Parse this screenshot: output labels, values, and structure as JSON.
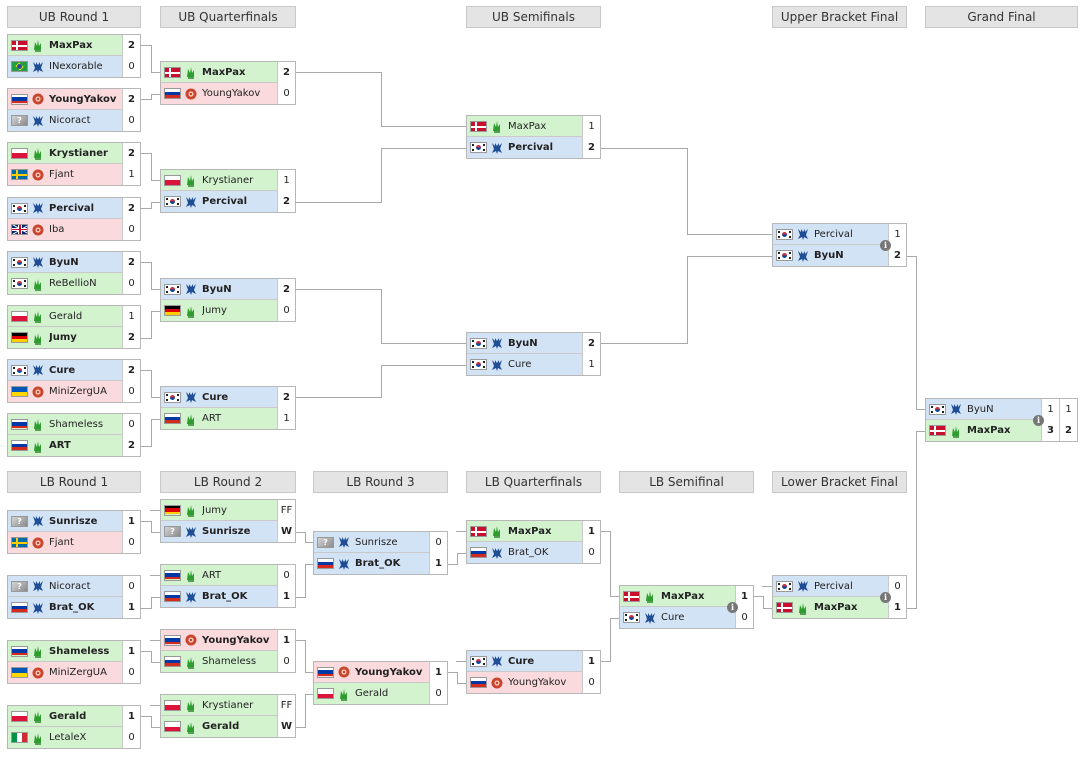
{
  "headers": [
    {
      "id": "ub-round-1",
      "label": "UB Round 1"
    },
    {
      "id": "ub-quarterfinals",
      "label": "UB Quarterfinals"
    },
    {
      "id": "ub-semifinals",
      "label": "UB Semifinals"
    },
    {
      "id": "upper-bracket-final",
      "label": "Upper Bracket Final"
    },
    {
      "id": "grand-final",
      "label": "Grand Final"
    },
    {
      "id": "lb-round-1",
      "label": "LB Round 1"
    },
    {
      "id": "lb-round-2",
      "label": "LB Round 2"
    },
    {
      "id": "lb-round-3",
      "label": "LB Round 3"
    },
    {
      "id": "lb-quarterfinals",
      "label": "LB Quarterfinals"
    },
    {
      "id": "lb-semifinal",
      "label": "LB Semifinal"
    },
    {
      "id": "lower-bracket-final",
      "label": "Lower Bracket Final"
    }
  ],
  "colors": {
    "zerg_row": "#fadadd",
    "terran_row": "#d3e3f6",
    "protoss_row": "#d3f3cf",
    "unknown_row": "#e6e6e6",
    "line": "#a9a9a9"
  },
  "matches": [
    {
      "id": "ub-r1-m1",
      "players": [
        {
          "name": "MaxPax",
          "flag": "dk",
          "race": "p",
          "score": "2",
          "win": true
        },
        {
          "name": "INexorable",
          "flag": "br",
          "race": "t",
          "score": "0",
          "win": false
        }
      ]
    },
    {
      "id": "ub-r1-m2",
      "players": [
        {
          "name": "YoungYakov",
          "flag": "ru",
          "race": "z",
          "score": "2",
          "win": true
        },
        {
          "name": "Nicoract",
          "flag": "unk",
          "race": "t",
          "score": "0",
          "win": false
        }
      ]
    },
    {
      "id": "ub-r1-m3",
      "players": [
        {
          "name": "Krystianer",
          "flag": "pl",
          "race": "p",
          "score": "2",
          "win": true
        },
        {
          "name": "Fjant",
          "flag": "se",
          "race": "z",
          "score": "1",
          "win": false
        }
      ]
    },
    {
      "id": "ub-r1-m4",
      "players": [
        {
          "name": "Percival",
          "flag": "kr",
          "race": "t",
          "score": "2",
          "win": true
        },
        {
          "name": "Iba",
          "flag": "gb",
          "race": "z",
          "score": "0",
          "win": false
        }
      ]
    },
    {
      "id": "ub-r1-m5",
      "players": [
        {
          "name": "ByuN",
          "flag": "kr",
          "race": "t",
          "score": "2",
          "win": true
        },
        {
          "name": "ReBellioN",
          "flag": "kr",
          "race": "p",
          "score": "0",
          "win": false
        }
      ]
    },
    {
      "id": "ub-r1-m6",
      "players": [
        {
          "name": "Gerald",
          "flag": "pl",
          "race": "p",
          "score": "1",
          "win": false
        },
        {
          "name": "Jumy",
          "flag": "de",
          "race": "p",
          "score": "2",
          "win": true
        }
      ]
    },
    {
      "id": "ub-r1-m7",
      "players": [
        {
          "name": "Cure",
          "flag": "kr",
          "race": "t",
          "score": "2",
          "win": true
        },
        {
          "name": "MiniZergUA",
          "flag": "ua",
          "race": "z",
          "score": "0",
          "win": false
        }
      ]
    },
    {
      "id": "ub-r1-m8",
      "players": [
        {
          "name": "Shameless",
          "flag": "ru",
          "race": "p",
          "score": "0",
          "win": false
        },
        {
          "name": "ART",
          "flag": "ru",
          "race": "p",
          "score": "2",
          "win": true
        }
      ]
    },
    {
      "id": "ub-qf-m1",
      "players": [
        {
          "name": "MaxPax",
          "flag": "dk",
          "race": "p",
          "score": "2",
          "win": true
        },
        {
          "name": "YoungYakov",
          "flag": "ru",
          "race": "z",
          "score": "0",
          "win": false
        }
      ]
    },
    {
      "id": "ub-qf-m2",
      "players": [
        {
          "name": "Krystianer",
          "flag": "pl",
          "race": "p",
          "score": "1",
          "win": false
        },
        {
          "name": "Percival",
          "flag": "kr",
          "race": "t",
          "score": "2",
          "win": true
        }
      ]
    },
    {
      "id": "ub-qf-m3",
      "players": [
        {
          "name": "ByuN",
          "flag": "kr",
          "race": "t",
          "score": "2",
          "win": true
        },
        {
          "name": "Jumy",
          "flag": "de",
          "race": "p",
          "score": "0",
          "win": false
        }
      ]
    },
    {
      "id": "ub-qf-m4",
      "players": [
        {
          "name": "Cure",
          "flag": "kr",
          "race": "t",
          "score": "2",
          "win": true
        },
        {
          "name": "ART",
          "flag": "ru",
          "race": "p",
          "score": "1",
          "win": false
        }
      ]
    },
    {
      "id": "ub-sf-m1",
      "players": [
        {
          "name": "MaxPax",
          "flag": "dk",
          "race": "p",
          "score": "1",
          "win": false
        },
        {
          "name": "Percival",
          "flag": "kr",
          "race": "t",
          "score": "2",
          "win": true
        }
      ]
    },
    {
      "id": "ub-sf-m2",
      "players": [
        {
          "name": "ByuN",
          "flag": "kr",
          "race": "t",
          "score": "2",
          "win": true
        },
        {
          "name": "Cure",
          "flag": "kr",
          "race": "t",
          "score": "1",
          "win": false
        }
      ]
    },
    {
      "id": "ub-final",
      "players": [
        {
          "name": "Percival",
          "flag": "kr",
          "race": "t",
          "score": "1",
          "win": false
        },
        {
          "name": "ByuN",
          "flag": "kr",
          "race": "t",
          "score": "2",
          "win": true
        }
      ]
    },
    {
      "id": "grand-final",
      "players": [
        {
          "name": "ByuN",
          "flag": "kr",
          "race": "t",
          "score": "1",
          "score2": "1",
          "win": false
        },
        {
          "name": "MaxPax",
          "flag": "dk",
          "race": "p",
          "score": "3",
          "score2": "2",
          "win": true
        }
      ]
    },
    {
      "id": "lb-r1-m1",
      "players": [
        {
          "name": "Sunrisze",
          "flag": "unk",
          "race": "t",
          "score": "1",
          "win": true
        },
        {
          "name": "Fjant",
          "flag": "se",
          "race": "z",
          "score": "0",
          "win": false
        }
      ]
    },
    {
      "id": "lb-r1-m2",
      "players": [
        {
          "name": "Nicoract",
          "flag": "unk",
          "race": "t",
          "score": "0",
          "win": false
        },
        {
          "name": "Brat_OK",
          "flag": "ru",
          "race": "t",
          "score": "1",
          "win": true
        }
      ]
    },
    {
      "id": "lb-r1-m3",
      "players": [
        {
          "name": "Shameless",
          "flag": "ru",
          "race": "p",
          "score": "1",
          "win": true
        },
        {
          "name": "MiniZergUA",
          "flag": "ua",
          "race": "z",
          "score": "0",
          "win": false
        }
      ]
    },
    {
      "id": "lb-r1-m4",
      "players": [
        {
          "name": "Gerald",
          "flag": "pl",
          "race": "p",
          "score": "1",
          "win": true
        },
        {
          "name": "LetaleX",
          "flag": "it",
          "race": "p",
          "score": "0",
          "win": false
        }
      ]
    },
    {
      "id": "lb-r2-m1",
      "players": [
        {
          "name": "Jumy",
          "flag": "de",
          "race": "p",
          "score": "FF",
          "win": false
        },
        {
          "name": "Sunrisze",
          "flag": "unk",
          "race": "t",
          "score": "W",
          "win": true
        }
      ]
    },
    {
      "id": "lb-r2-m2",
      "players": [
        {
          "name": "ART",
          "flag": "ru",
          "race": "p",
          "score": "0",
          "win": false
        },
        {
          "name": "Brat_OK",
          "flag": "ru",
          "race": "t",
          "score": "1",
          "win": true
        }
      ]
    },
    {
      "id": "lb-r2-m3",
      "players": [
        {
          "name": "YoungYakov",
          "flag": "ru",
          "race": "z",
          "score": "1",
          "win": true
        },
        {
          "name": "Shameless",
          "flag": "ru",
          "race": "p",
          "score": "0",
          "win": false
        }
      ]
    },
    {
      "id": "lb-r2-m4",
      "players": [
        {
          "name": "Krystianer",
          "flag": "pl",
          "race": "p",
          "score": "FF",
          "win": false
        },
        {
          "name": "Gerald",
          "flag": "pl",
          "race": "p",
          "score": "W",
          "win": true
        }
      ]
    },
    {
      "id": "lb-r3-m1",
      "players": [
        {
          "name": "Sunrisze",
          "flag": "unk",
          "race": "t",
          "score": "0",
          "win": false
        },
        {
          "name": "Brat_OK",
          "flag": "ru",
          "race": "t",
          "score": "1",
          "win": true
        }
      ]
    },
    {
      "id": "lb-r3-m2",
      "players": [
        {
          "name": "YoungYakov",
          "flag": "ru",
          "race": "z",
          "score": "1",
          "win": true
        },
        {
          "name": "Gerald",
          "flag": "pl",
          "race": "p",
          "score": "0",
          "win": false
        }
      ]
    },
    {
      "id": "lb-qf-m1",
      "players": [
        {
          "name": "MaxPax",
          "flag": "dk",
          "race": "p",
          "score": "1",
          "win": true
        },
        {
          "name": "Brat_OK",
          "flag": "ru",
          "race": "t",
          "score": "0",
          "win": false
        }
      ]
    },
    {
      "id": "lb-qf-m2",
      "players": [
        {
          "name": "Cure",
          "flag": "kr",
          "race": "t",
          "score": "1",
          "win": true
        },
        {
          "name": "YoungYakov",
          "flag": "ru",
          "race": "z",
          "score": "0",
          "win": false
        }
      ]
    },
    {
      "id": "lb-sf",
      "players": [
        {
          "name": "MaxPax",
          "flag": "dk",
          "race": "p",
          "score": "1",
          "win": true
        },
        {
          "name": "Cure",
          "flag": "kr",
          "race": "t",
          "score": "0",
          "win": false
        }
      ]
    },
    {
      "id": "lb-final",
      "players": [
        {
          "name": "Percival",
          "flag": "kr",
          "race": "t",
          "score": "0",
          "win": false
        },
        {
          "name": "MaxPax",
          "flag": "dk",
          "race": "p",
          "score": "1",
          "win": true
        }
      ]
    }
  ],
  "info_icons": [
    {
      "id": "ub-final-info",
      "symbol": "i"
    },
    {
      "id": "grand-final-info",
      "symbol": "i"
    },
    {
      "id": "lb-sf-info",
      "symbol": "i"
    },
    {
      "id": "lb-final-info",
      "symbol": "i"
    }
  ]
}
